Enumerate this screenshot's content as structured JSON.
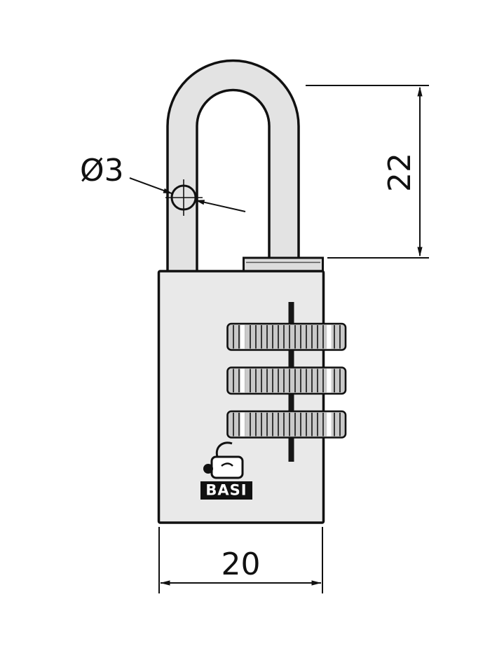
{
  "drawing": {
    "brand": "BASI",
    "dim_shackle_diameter": "Ø3",
    "dim_shackle_height": "22",
    "dim_body_width": "20",
    "colors": {
      "outline": "#111111",
      "body_fill": "#e9e9e9",
      "shackle_fill": "#e3e3e3",
      "collar_fill": "#dddddd",
      "dial_fill": "#c9c9c9",
      "axle_fill": "#161616",
      "slot_fill": "#ffffff",
      "logo_bg": "#111111",
      "logo_text": "#ffffff",
      "background": "#ffffff"
    }
  }
}
